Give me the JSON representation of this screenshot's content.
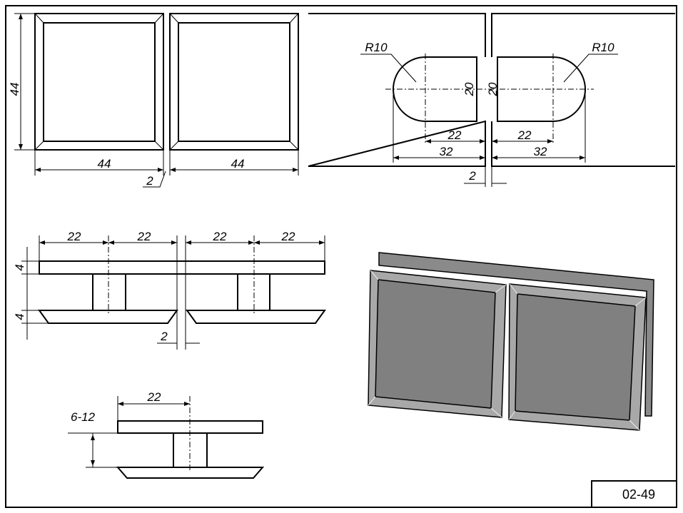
{
  "drawing_code": "02-49",
  "front_view": {
    "height": "44",
    "width_left": "44",
    "width_right": "44",
    "gap": "2"
  },
  "hole_view": {
    "radius_left": "R10",
    "radius_right": "R10",
    "height_left": "20",
    "height_right": "20",
    "inner_left": "22",
    "inner_right": "22",
    "outer_left": "32",
    "outer_right": "32",
    "gap": "2"
  },
  "side_view": {
    "segments": [
      "22",
      "22",
      "22",
      "22"
    ],
    "top_thickness": "4",
    "bottom_thickness": "4",
    "gap": "2"
  },
  "end_view": {
    "width": "22",
    "glass_range": "6-12"
  },
  "colors": {
    "face": "#808080",
    "edge": "#a8a8a8",
    "line": "#000000"
  }
}
